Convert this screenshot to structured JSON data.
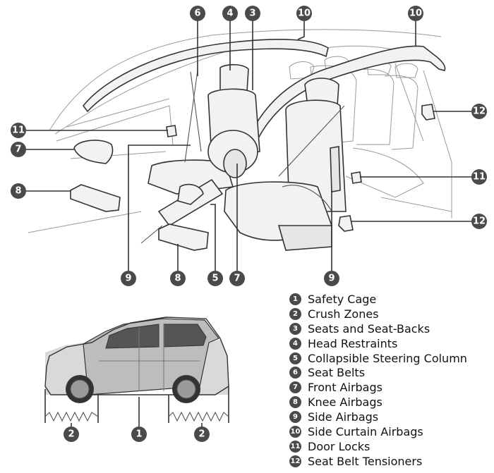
{
  "legend": [
    {
      "num": "1",
      "label": "Safety Cage"
    },
    {
      "num": "2",
      "label": "Crush Zones"
    },
    {
      "num": "3",
      "label": "Seats and Seat-Backs"
    },
    {
      "num": "4",
      "label": "Head Restraints"
    },
    {
      "num": "5",
      "label": "Collapsible Steering Column"
    },
    {
      "num": "6",
      "label": "Seat Belts"
    },
    {
      "num": "7",
      "label": "Front Airbags"
    },
    {
      "num": "8",
      "label": "Knee Airbags"
    },
    {
      "num": "9",
      "label": "Side Airbags"
    },
    {
      "num": "10",
      "label": "Side Curtain Airbags"
    },
    {
      "num": "11",
      "label": "Door Locks"
    },
    {
      "num": "12",
      "label": "Seat Belt Tensioners"
    }
  ],
  "callouts": {
    "c6": "6",
    "c4": "4",
    "c3": "3",
    "c10a": "10",
    "c10b": "10",
    "c11a": "11",
    "c7a": "7",
    "c8a": "8",
    "c12a": "12",
    "c11b": "11",
    "c12b": "12",
    "c9a": "9",
    "c8b": "8",
    "c5": "5",
    "c7b": "7",
    "c9b": "9",
    "c2a": "2",
    "c1": "1",
    "c2b": "2"
  }
}
